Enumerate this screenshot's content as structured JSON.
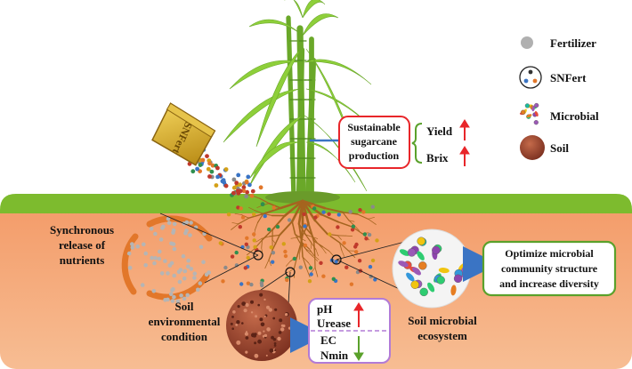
{
  "legend": {
    "fertilizer": "Fertilizer",
    "snfert": "SNFert",
    "microbial": "Microbial",
    "soil": "Soil"
  },
  "bag_label": "SNFert",
  "production": {
    "line1": "Sustainable",
    "line2": "sugarcane",
    "line3": "production"
  },
  "yield_label": "Yield",
  "brix_label": "Brix",
  "release": {
    "line1": "Synchronous",
    "line2": "release of",
    "line3": "nutrients"
  },
  "soil_env": {
    "line1": "Soil",
    "line2": "environmental",
    "line3": "condition"
  },
  "indicators": {
    "ph": "pH",
    "urease": "Urease",
    "ec": "EC",
    "nmin": "Nmin"
  },
  "ecosystem": {
    "line1": "Soil microbial",
    "line2": "ecosystem"
  },
  "optimize": {
    "line1": "Optimize microbial",
    "line2": "community structure",
    "line3": "and increase diversity"
  },
  "colors": {
    "soil_top": "#f6a97a",
    "soil_bottom": "#f8b98c",
    "grass": "#7dbb2e",
    "root": "#a5641f",
    "red_box": "#e8262a",
    "green_box": "#5aa12b",
    "purple_box": "#b27bd6",
    "arrow_blue": "#3a74c4"
  }
}
